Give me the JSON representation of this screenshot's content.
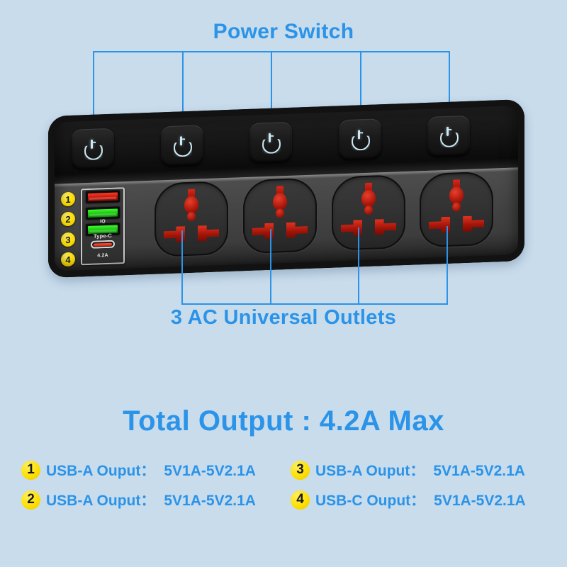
{
  "colors": {
    "background": "#c8dcec",
    "accent_blue": "#2b93e8",
    "badge_yellow": "#ffdf00",
    "body_black": "#121212",
    "face_gray": "#464646",
    "usb_red": "#e0331f",
    "usb_green": "#17c40b"
  },
  "callouts": {
    "power_switch": {
      "label": "Power Switch",
      "count": 5
    },
    "ac_outlets": {
      "label": "3 AC Universal Outlets",
      "count": 4
    }
  },
  "device": {
    "switches": [
      {
        "name": "power-switch-1",
        "icon": "power-icon"
      },
      {
        "name": "power-switch-2",
        "icon": "power-icon"
      },
      {
        "name": "power-switch-3",
        "icon": "power-icon"
      },
      {
        "name": "power-switch-4",
        "icon": "power-icon"
      },
      {
        "name": "power-switch-5",
        "icon": "power-icon"
      }
    ],
    "usb_panel": {
      "ports": [
        {
          "badge": "1",
          "type": "USB-A",
          "color": "red"
        },
        {
          "badge": "2",
          "type": "USB-A",
          "color": "green"
        },
        {
          "badge": "3",
          "type": "USB-A",
          "color": "green"
        },
        {
          "badge": "4",
          "type": "USB-C",
          "color": "red"
        }
      ],
      "labels": {
        "iq": "IQ",
        "type_c": "Type-C",
        "amperage": "4.2A"
      }
    },
    "ac_outlets": [
      {
        "name": "ac-outlet-1"
      },
      {
        "name": "ac-outlet-2"
      },
      {
        "name": "ac-outlet-3"
      },
      {
        "name": "ac-outlet-4"
      }
    ]
  },
  "summary": {
    "total_output": "Total Output : 4.2A Max"
  },
  "legend": [
    {
      "badge": "1",
      "label": "USB-A Ouput：",
      "value": "5V1A-5V2.1A"
    },
    {
      "badge": "3",
      "label": "USB-A Ouput：",
      "value": "5V1A-5V2.1A"
    },
    {
      "badge": "2",
      "label": "USB-A Ouput：",
      "value": "5V1A-5V2.1A"
    },
    {
      "badge": "4",
      "label": "USB-C Ouput：",
      "value": "5V1A-5V2.1A"
    }
  ]
}
